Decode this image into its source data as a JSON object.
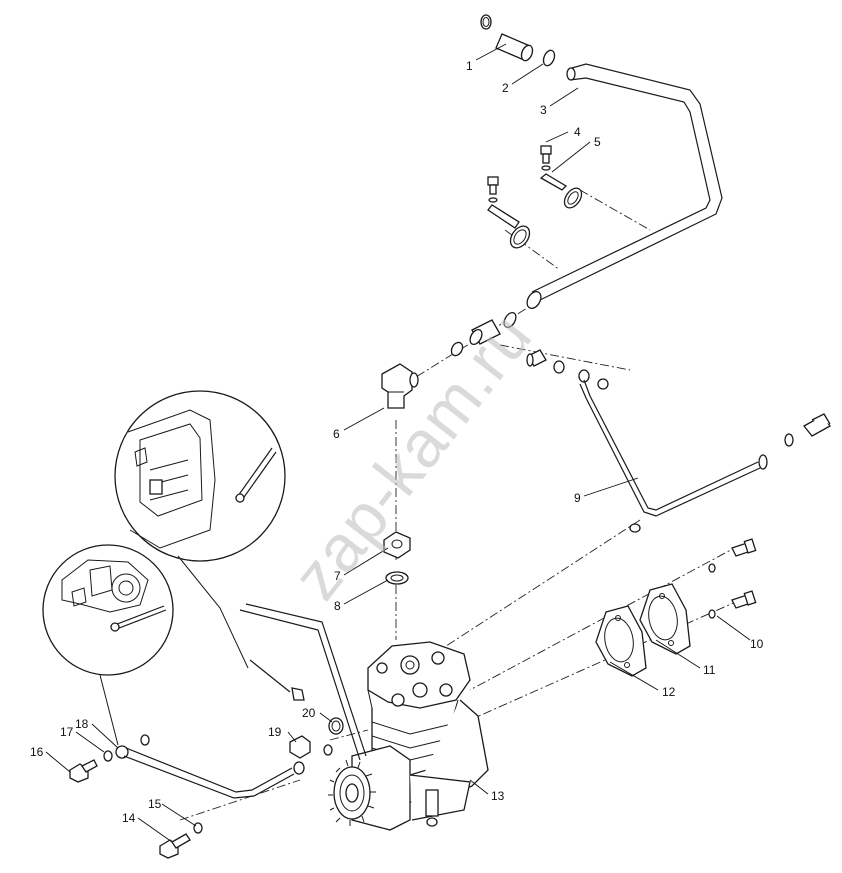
{
  "watermark": "zap-kam.ru",
  "corner_mark": "",
  "callouts": [
    "1",
    "2",
    "3",
    "4",
    "5",
    "6",
    "7",
    "8",
    "9",
    "10",
    "11",
    "12",
    "13",
    "14",
    "15",
    "16",
    "17",
    "18",
    "19",
    "20"
  ]
}
